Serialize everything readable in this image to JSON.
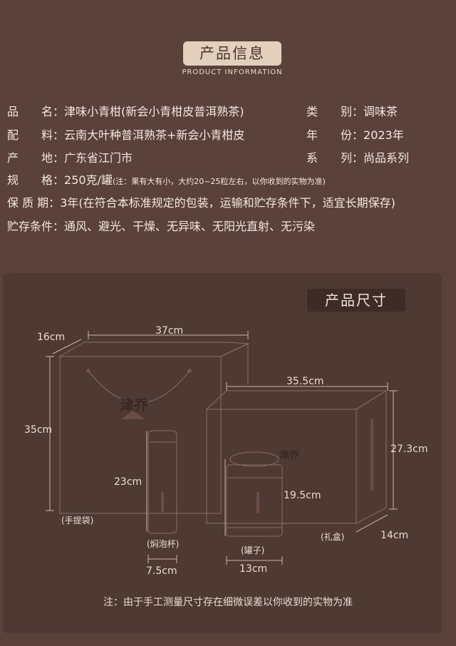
{
  "header": {
    "title": "产品信息",
    "subtitle": "PRODUCT INFORMATION"
  },
  "info": {
    "name_label": "品　　名：",
    "name_value": "津味小青柑(新会小青柑皮普洱熟茶)",
    "type_label": "类　　别：",
    "type_value": "调味茶",
    "ingredients_label": "配　　料：",
    "ingredients_value": "云南大叶种普洱熟茶+新会小青柑皮",
    "year_label": "年　　份：",
    "year_value": "2023年",
    "origin_label": "产　　地：",
    "origin_value": "广东省江门市",
    "series_label": "系　　列：",
    "series_value": "尚品系列",
    "spec_label": "规　　格：",
    "spec_value": "250克/罐",
    "spec_note": "(注：果有大有小，大约20~25粒左右，以你收到的实物为准)",
    "shelf_label": "保 质 期：",
    "shelf_value": "3年(在符合本标准规定的包装，运输和贮存条件下，适宜长期保存)",
    "storage_label": "贮存条件：",
    "storage_value": "通风、避光、干燥、无异味、无阳光直射、无污染"
  },
  "size_section": {
    "title": "产品尺寸",
    "bag": {
      "caption": "(手提袋)",
      "depth": "16cm",
      "width": "37cm",
      "height": "35cm",
      "brand": "津乔"
    },
    "cup": {
      "caption": "(焖泡杯)",
      "height": "23cm",
      "width": "7.5cm"
    },
    "jar": {
      "caption": "(罐子)",
      "height": "19.5cm",
      "width": "13cm"
    },
    "box": {
      "caption": "(礼盒)",
      "width": "35.5cm",
      "height": "27.3cm",
      "depth": "14cm",
      "brand": "津乔"
    },
    "note": "注：由于手工测量尺寸存在细微误差以你收到的实物为准"
  },
  "colors": {
    "background": "#5a413a",
    "panel": "#4f3933",
    "pill": "#e2d0bd",
    "line": "#8a6d63"
  }
}
